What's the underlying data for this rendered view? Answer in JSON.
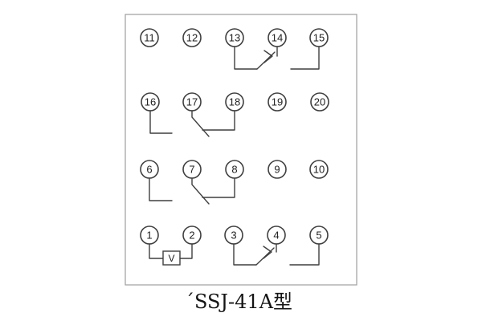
{
  "title": "´SSJ-41A型",
  "voltage_element": "V",
  "terminals": {
    "row1": [
      "11",
      "12",
      "13",
      "14",
      "15"
    ],
    "row2": [
      "16",
      "17",
      "18",
      "19",
      "20"
    ],
    "row3": [
      "6",
      "7",
      "8",
      "9",
      "10"
    ],
    "row4": [
      "1",
      "2",
      "3",
      "4",
      "5"
    ]
  },
  "colors": {
    "background": "#ffffff",
    "wire": "#3f3f3f",
    "outline": "#9e9e9e",
    "text": "#222222"
  }
}
